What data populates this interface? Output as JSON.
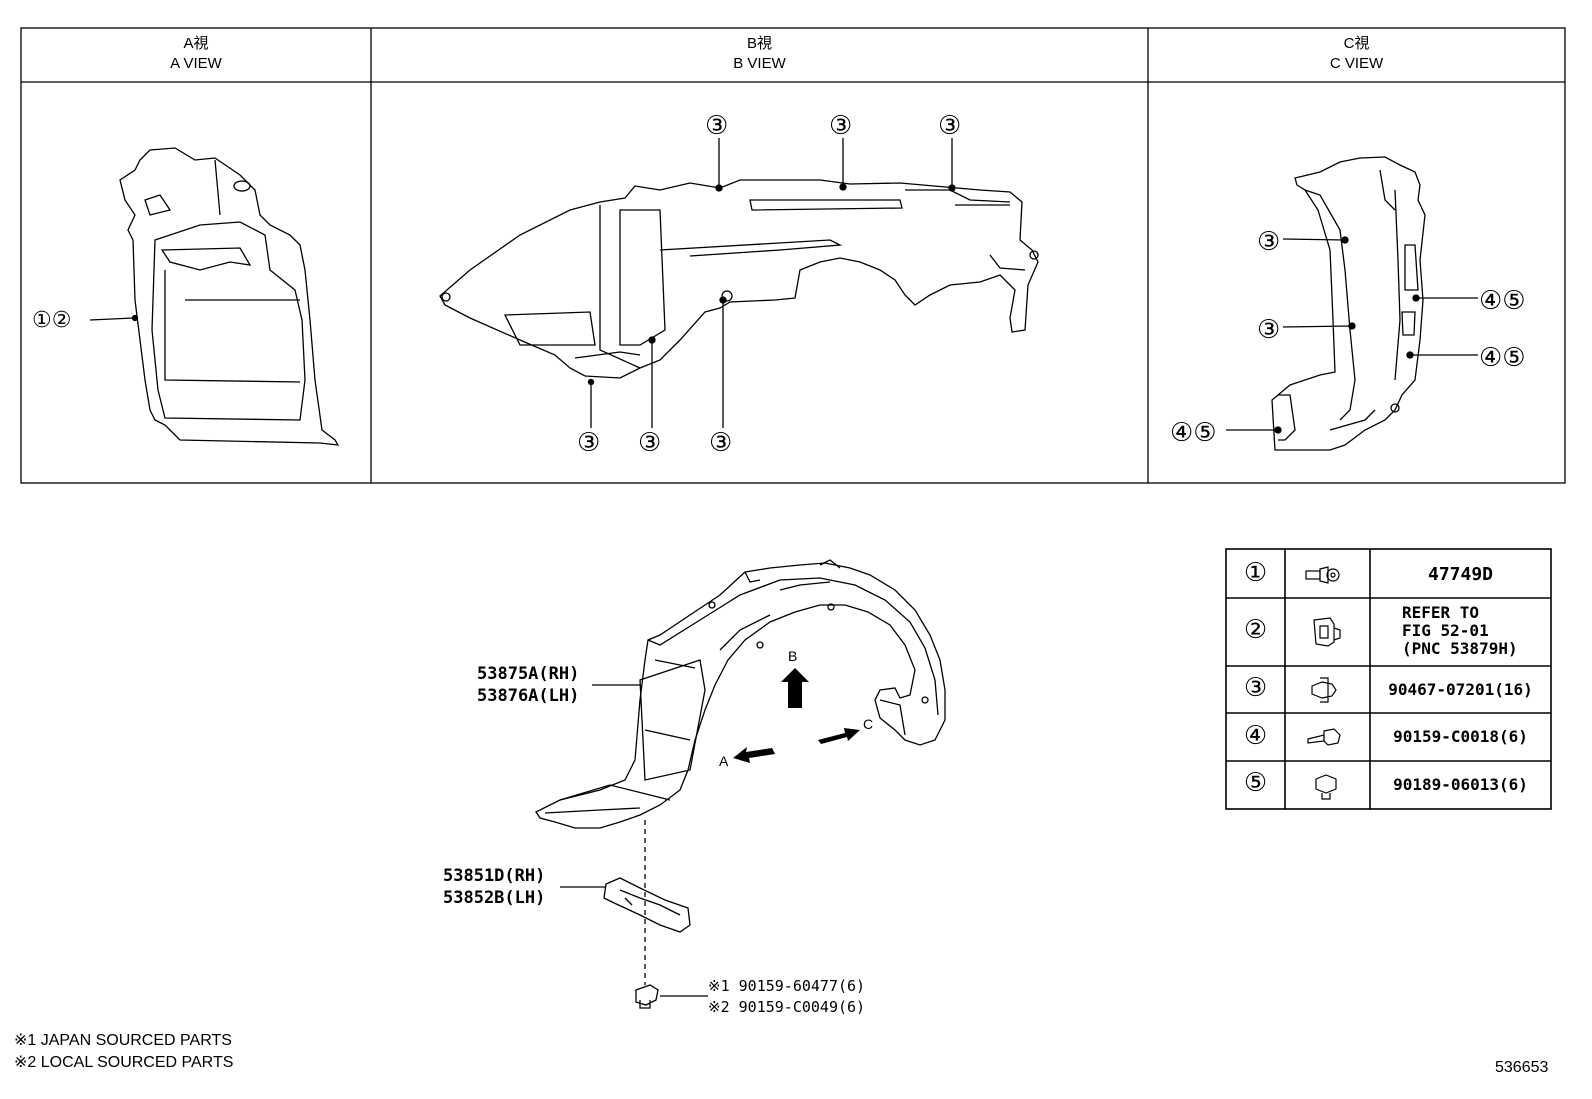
{
  "views": [
    {
      "title_jp": "A視",
      "title_en": "A VIEW"
    },
    {
      "title_jp": "B視",
      "title_en": "B VIEW"
    },
    {
      "title_jp": "C視",
      "title_en": "C VIEW"
    }
  ],
  "callouts": {
    "a_view": [
      "①②"
    ],
    "b_view": [
      "③",
      "③",
      "③",
      "③",
      "③",
      "③"
    ],
    "c_view": [
      "③",
      "③",
      "④⑤",
      "④⑤",
      "④⑤"
    ]
  },
  "parts": {
    "liner_rh": "53875A(RH)",
    "liner_lh": "53876A(LH)",
    "seal_rh": "53851D(RH)",
    "seal_lh": "53852B(LH)",
    "bolt_1": "※1 90159-60477(6)",
    "bolt_2": "※2 90159-C0049(6)"
  },
  "arrows": {
    "b": "B",
    "a": "A",
    "c": "C"
  },
  "legend": [
    {
      "num": "①",
      "icon": "clip-icon",
      "part": "47749D"
    },
    {
      "num": "②",
      "icon": "retainer-icon",
      "part": "REFER TO\nFIG 52-01\n(PNC 53879H)"
    },
    {
      "num": "③",
      "icon": "push-clip-icon",
      "part": "90467-07201(16)"
    },
    {
      "num": "④",
      "icon": "screw-icon",
      "part": "90159-C0018(6)"
    },
    {
      "num": "⑤",
      "icon": "nut-icon",
      "part": "90189-06013(6)"
    }
  ],
  "notes": [
    "※1 JAPAN SOURCED PARTS",
    "※2 LOCAL SOURCED PARTS"
  ],
  "figure_id": "536653"
}
